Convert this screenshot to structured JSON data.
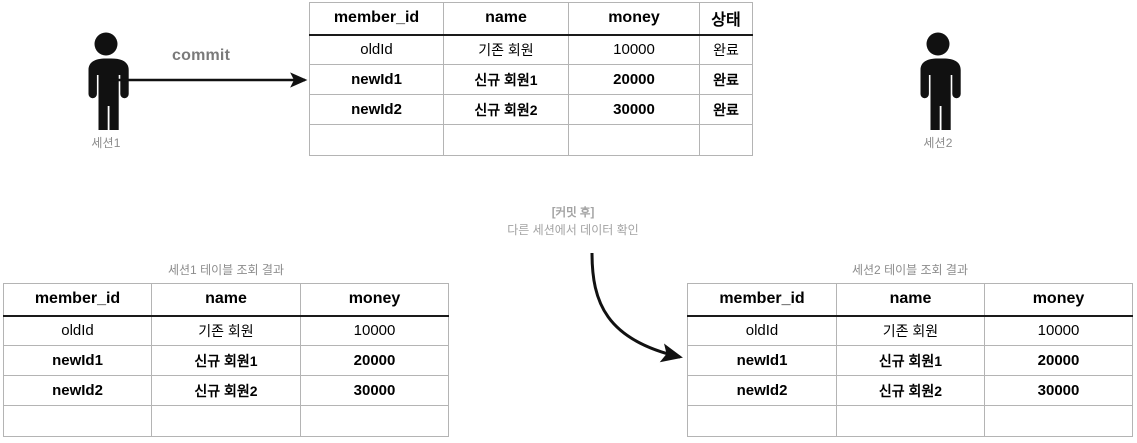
{
  "diagram": {
    "title_annotation": {
      "line1": "[커밋 후]",
      "line2": "다른 세션에서 데이터 확인"
    },
    "commit_arrow_label": "commit",
    "session1": {
      "caption": "세션1",
      "result_caption": "세션1 테이블 조회 결과"
    },
    "session2": {
      "caption": "세션2",
      "result_caption": "세션2 테이블 조회 결과"
    }
  },
  "main_table": {
    "headers": [
      "member_id",
      "name",
      "money",
      "상태"
    ],
    "rows": [
      {
        "bold": false,
        "cells": [
          "oldId",
          "기존 회원",
          "10000",
          "완료"
        ]
      },
      {
        "bold": true,
        "cells": [
          "newId1",
          "신규 회원1",
          "20000",
          "완료"
        ]
      },
      {
        "bold": true,
        "cells": [
          "newId2",
          "신규 회원2",
          "30000",
          "완료"
        ]
      },
      {
        "bold": false,
        "cells": [
          "",
          "",
          "",
          ""
        ]
      }
    ]
  },
  "session1_table": {
    "headers": [
      "member_id",
      "name",
      "money"
    ],
    "rows": [
      {
        "bold": false,
        "cells": [
          "oldId",
          "기존 회원",
          "10000"
        ]
      },
      {
        "bold": true,
        "cells": [
          "newId1",
          "신규 회원1",
          "20000"
        ]
      },
      {
        "bold": true,
        "cells": [
          "newId2",
          "신규 회원2",
          "30000"
        ]
      },
      {
        "bold": false,
        "cells": [
          "",
          "",
          ""
        ]
      }
    ]
  },
  "session2_table": {
    "headers": [
      "member_id",
      "name",
      "money"
    ],
    "rows": [
      {
        "bold": false,
        "cells": [
          "oldId",
          "기존 회원",
          "10000"
        ]
      },
      {
        "bold": true,
        "cells": [
          "newId1",
          "신규 회원1",
          "20000"
        ]
      },
      {
        "bold": true,
        "cells": [
          "newId2",
          "신규 회원2",
          "30000"
        ]
      },
      {
        "bold": false,
        "cells": [
          "",
          "",
          ""
        ]
      }
    ]
  },
  "icons": {
    "person": "person-icon",
    "straight_arrow": "straight-arrow-icon",
    "curved_arrow": "curved-arrow-icon"
  },
  "colors": {
    "stroke": "#1a1a1a",
    "muted_text": "#8c8c8c",
    "grid_line": "#b4b4b4",
    "background": "#ffffff"
  }
}
